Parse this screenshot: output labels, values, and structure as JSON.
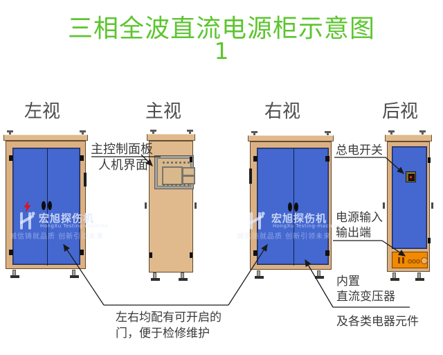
{
  "title": {
    "text": "三相全波直流电源柜示意图",
    "number": "1"
  },
  "views": [
    {
      "label": "左视"
    },
    {
      "label": "主视"
    },
    {
      "label": "右视"
    },
    {
      "label": "后视"
    }
  ],
  "annotations": {
    "control_panel_line1": "主控制面板",
    "control_panel_line2": "人机界面",
    "main_switch": "总电开关",
    "power_io_line1": "电源输入",
    "power_io_line2": "输出端",
    "doors_line1": "左右均配有可开启的",
    "doors_line2": "门，便于检修维护",
    "transformer_line1": "内置",
    "transformer_line2": "直流变压器",
    "components": "及各类电器元件"
  },
  "watermark": {
    "brand": "宏旭探伤机",
    "brand_en": "HongXu Testing-machine",
    "tagline": "诚信铸就品质  创新引领未来"
  },
  "colors": {
    "title_green": "#5cc52f",
    "door_blue": "#4468d0",
    "cabinet_tan": "#dbb183",
    "panel_orange": "#f18a00",
    "lightning_red": "#e31018",
    "label_gray": "#4c4c4c",
    "line_black": "#1a1a1a"
  }
}
